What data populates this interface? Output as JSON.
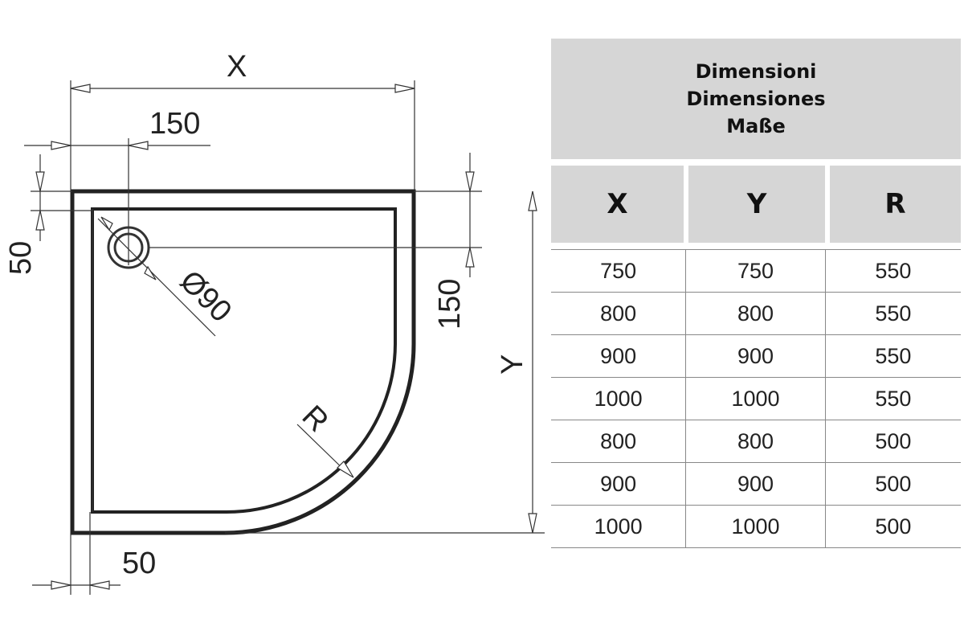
{
  "drawing": {
    "label_x": "X",
    "label_y": "Y",
    "label_r": "R",
    "label_150_top": "150",
    "label_50_left": "50",
    "label_150_right": "150",
    "label_50_bottom": "50",
    "label_diameter": "Ø90"
  },
  "table": {
    "title_lines": [
      "Dimensioni",
      "Dimensiones",
      "Maße"
    ],
    "columns": [
      "X",
      "Y",
      "R"
    ],
    "rows": [
      [
        "750",
        "750",
        "550"
      ],
      [
        "800",
        "800",
        "550"
      ],
      [
        "900",
        "900",
        "550"
      ],
      [
        "1000",
        "1000",
        "550"
      ],
      [
        "800",
        "800",
        "500"
      ],
      [
        "900",
        "900",
        "500"
      ],
      [
        "1000",
        "1000",
        "500"
      ]
    ]
  },
  "colors": {
    "header_bg": "#d6d6d6",
    "line": "#222222"
  }
}
